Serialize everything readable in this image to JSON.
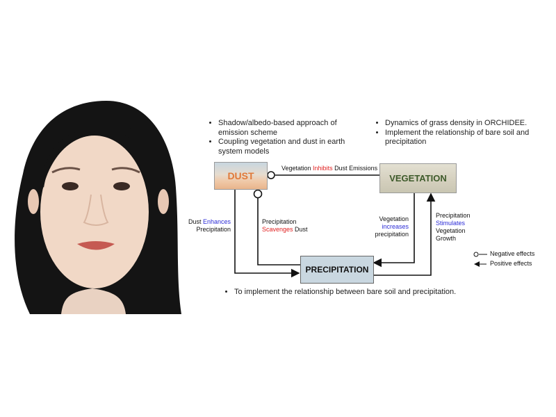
{
  "photo": {
    "description_icon": "portrait-photo"
  },
  "bullets_left": [
    "Shadow/albedo-based approach of emission scheme",
    "Coupling vegetation and dust in earth system models"
  ],
  "bullets_right": [
    "Dynamics of grass density in ORCHIDEE.",
    "Implement the relationship of bare soil and precipitation"
  ],
  "bullet_bottom": "To implement the relationship between bare soil and precipitation.",
  "nodes": {
    "dust": "DUST",
    "vegetation": "VEGETATION",
    "precipitation": "PRECIPITATION"
  },
  "edges": {
    "veg_dust": {
      "pre": "Vegetation ",
      "key": "Inhibits",
      "post": " Dust Emissions"
    },
    "dust_precip": {
      "pre": "Dust ",
      "key": "Enhances",
      "post": "Precipitation"
    },
    "precip_dust": {
      "pre": "Precipitation",
      "key": "Scavenges",
      "post": " Dust"
    },
    "veg_precip": {
      "pre": "Vegetation",
      "key": "increases",
      "post": "precipitation"
    },
    "precip_veg": {
      "pre": "Precipitation",
      "key": "Stimulates",
      "post1": "Vegetation",
      "post2": "Growth"
    }
  },
  "legend": {
    "negative": "Negative effects",
    "positive": "Positive effects"
  },
  "colors": {
    "dust_text": "#e07a3a",
    "veg_text": "#3d5a2a",
    "precip_box": "#c9d7e0",
    "blue": "#2b2bd6",
    "red": "#e02020"
  }
}
